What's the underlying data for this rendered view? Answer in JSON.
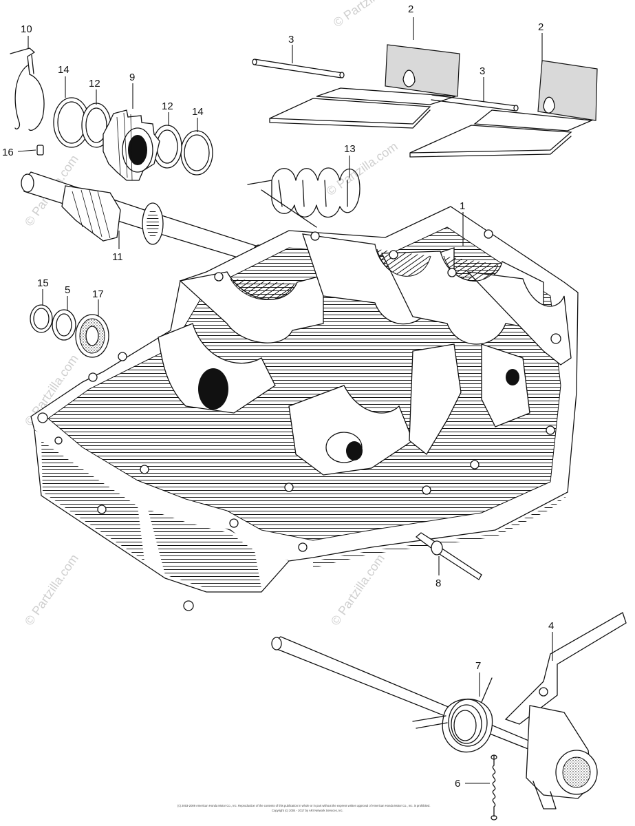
{
  "diagram": {
    "watermark": "© Partzilla.com",
    "callouts": {
      "c1": "1",
      "c2a": "2",
      "c2b": "2",
      "c3a": "3",
      "c3b": "3",
      "c4": "4",
      "c5": "5",
      "c6": "6",
      "c7": "7",
      "c8": "8",
      "c9": "9",
      "c10": "10",
      "c11": "11",
      "c12a": "12",
      "c12b": "12",
      "c13": "13",
      "c14a": "14",
      "c14b": "14",
      "c15": "15",
      "c16": "16",
      "c17": "17"
    },
    "footer": {
      "line1": "(c) 2003-2009 American Honda Motor Co., Inc. Reproduction of the contents of this publication in whole or in part without the express written approval of American Honda Motor Co., Inc. is prohibited.",
      "line2": "Copyright (c) 2004 - 2017 by ARI Network Services, Inc."
    }
  }
}
